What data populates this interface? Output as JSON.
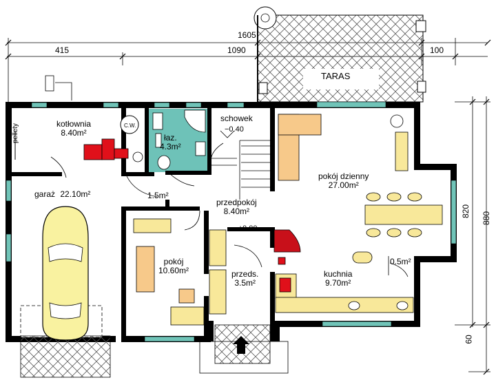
{
  "dimensions": {
    "total_width": "1605",
    "left_part": "415",
    "right_part": "1090",
    "terrace_offset": "100",
    "depth_main": "820",
    "depth_total": "880",
    "entrance_depth": "60"
  },
  "terrace": {
    "label": "TARAS"
  },
  "rooms": [
    {
      "name": "kotłownia",
      "area": "8.40m²"
    },
    {
      "name": "łaz.",
      "area": "4.3m²"
    },
    {
      "name": "schowek",
      "level": "−0.40"
    },
    {
      "name": "garaż",
      "area": "22.10m²"
    },
    {
      "name": "",
      "area": "1.5m²"
    },
    {
      "name": "przedpokój",
      "area": "8.40m²"
    },
    {
      "name": "pokój dzienny",
      "area": "27.00m²"
    },
    {
      "name": "pokój",
      "area": "10.60m²"
    },
    {
      "name": "przeds.",
      "area": "3.5m²"
    },
    {
      "name": "kuchnia",
      "area": "9.70m²"
    },
    {
      "name": "",
      "area": "0.5m²"
    }
  ],
  "labels": {
    "pellets": "pellety",
    "boiler": "C.W.",
    "floor_level": "±0.00"
  },
  "colors": {
    "wall": "#000000",
    "bathroom": "#6ec2b8",
    "furniture": "#f8e89a",
    "sofa": "#f7c98a",
    "boiler": "#e0101a",
    "window": "#70c4b8",
    "car": "#f9f2a0"
  }
}
